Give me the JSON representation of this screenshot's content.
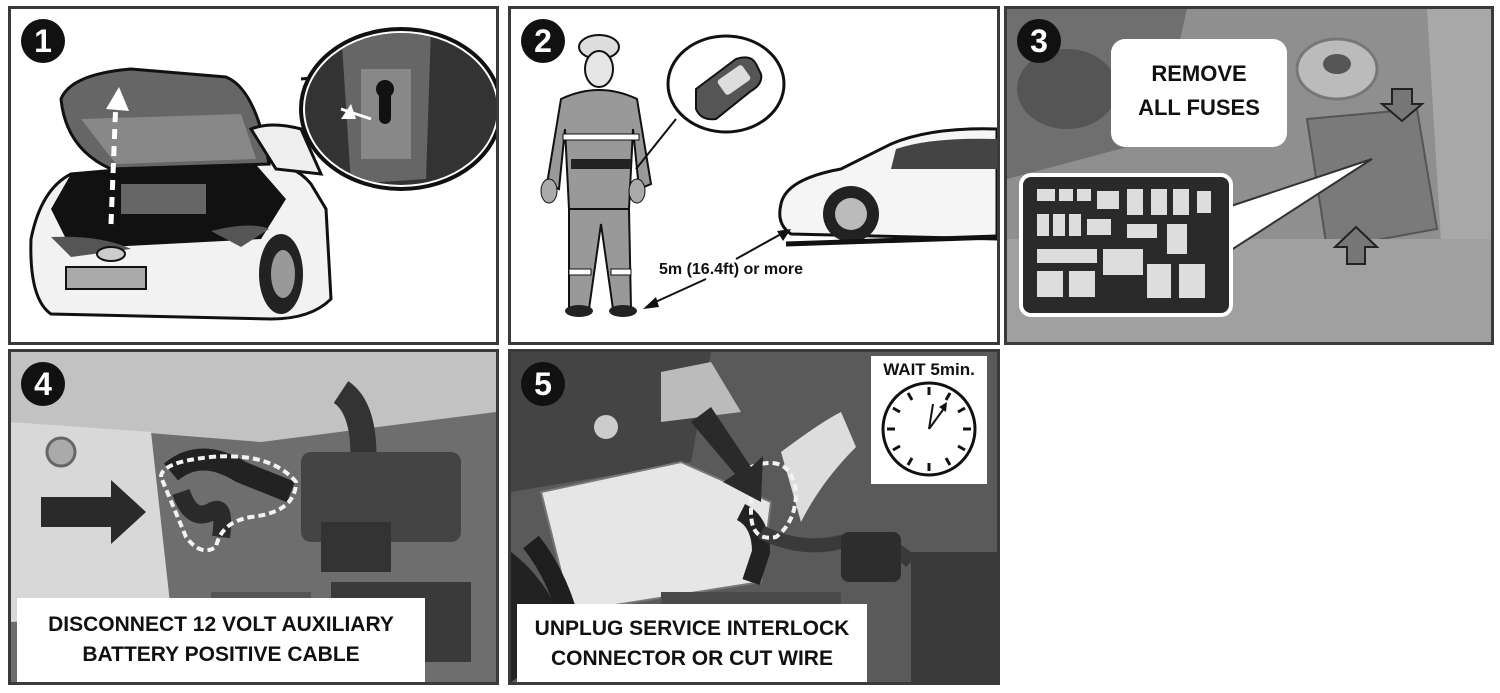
{
  "steps": [
    {
      "number": "1"
    },
    {
      "number": "2",
      "distance_label": "5m (16.4ft) or more"
    },
    {
      "number": "3",
      "callout": {
        "line1": "REMOVE",
        "line2": "ALL FUSES"
      }
    },
    {
      "number": "4",
      "caption": {
        "line1": "DISCONNECT 12 VOLT AUXILIARY",
        "line2": "BATTERY POSITIVE CABLE"
      }
    },
    {
      "number": "5",
      "wait_label": "WAIT 5min.",
      "caption": {
        "line1": "UNPLUG SERVICE INTERLOCK",
        "line2": "CONNECTOR OR CUT WIRE"
      }
    }
  ]
}
